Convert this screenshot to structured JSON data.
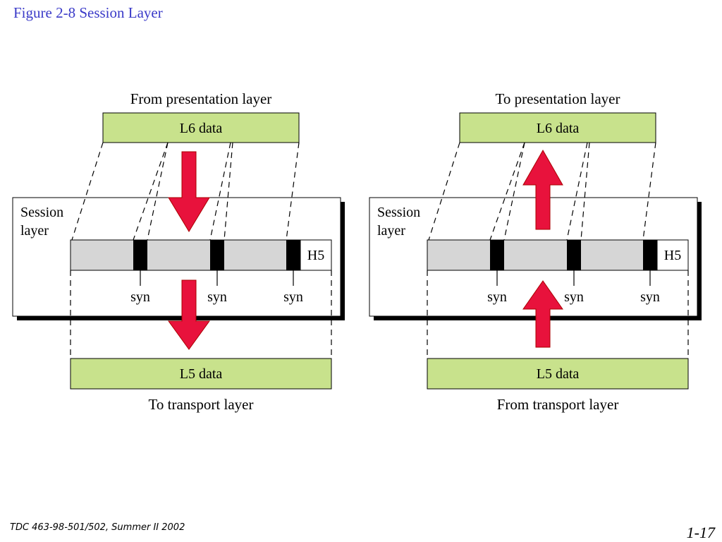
{
  "header": {
    "title": "Figure  2-8 Session Layer"
  },
  "footer": {
    "course": "TDC 463-98-501/502, Summer II 2002",
    "page": "1-17"
  },
  "colors": {
    "data_block": "#c8e28c",
    "pdu_bar": "#d6d6d6",
    "arrow": "#e8123c",
    "sync_marker": "#000000"
  },
  "panels": [
    {
      "direction": "sender",
      "top_caption": "From presentation layer",
      "top_block": "L6 data",
      "layer_label_1": "Session",
      "layer_label_2": "layer",
      "header_label": "H5",
      "sync_labels": [
        "syn",
        "syn",
        "syn"
      ],
      "bottom_block": "L5 data",
      "bottom_caption": "To transport layer",
      "arrow_icon": "arrow-down-icon"
    },
    {
      "direction": "receiver",
      "top_caption": "To presentation layer",
      "top_block": "L6 data",
      "layer_label_1": "Session",
      "layer_label_2": "layer",
      "header_label": "H5",
      "sync_labels": [
        "syn",
        "syn",
        "syn"
      ],
      "bottom_block": "L5 data",
      "bottom_caption": "From transport layer",
      "arrow_icon": "arrow-up-icon"
    }
  ]
}
